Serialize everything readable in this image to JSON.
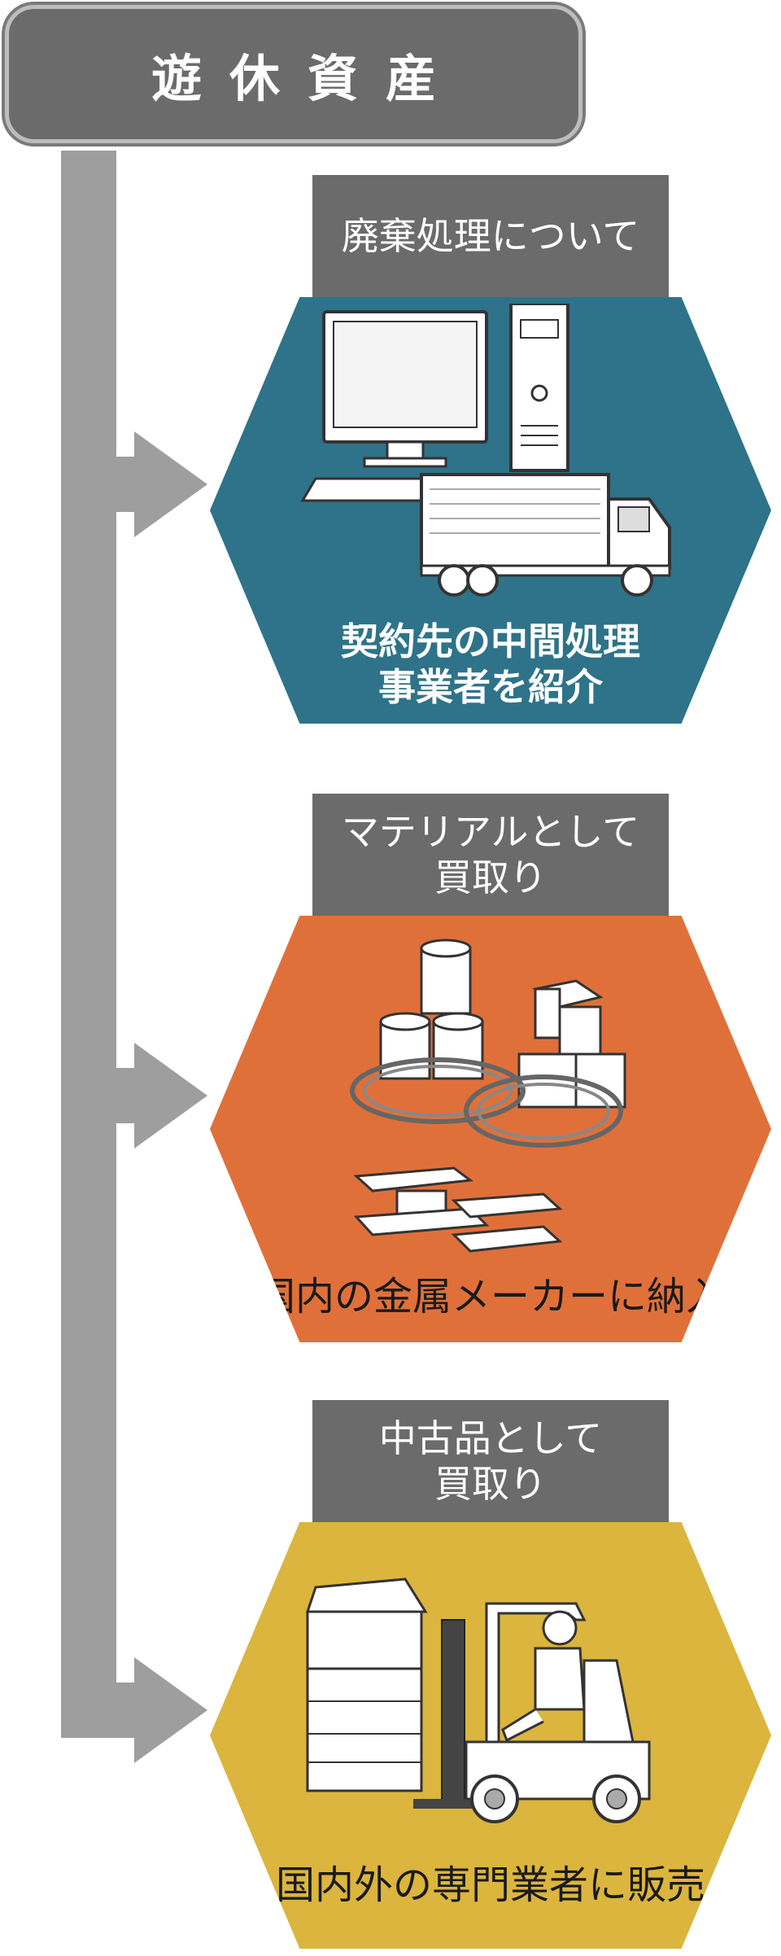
{
  "header": {
    "title": "遊休資産"
  },
  "sections": [
    {
      "label": "廃棄処理について",
      "caption": "契約先の中間処理\n事業者を紹介",
      "color": "#2e7389"
    },
    {
      "label": "マテリアルとして\n買取り",
      "caption": "国内の金属メーカーに納入",
      "color": "#e0703a"
    },
    {
      "label": "中古品として\n買取り",
      "caption": "国内外の専門業者に販売",
      "color": "#dbb53d"
    }
  ],
  "icons": {
    "section1": "computer-and-truck-icon",
    "section2": "metal-materials-icon",
    "section3": "copier-and-forklift-icon"
  }
}
